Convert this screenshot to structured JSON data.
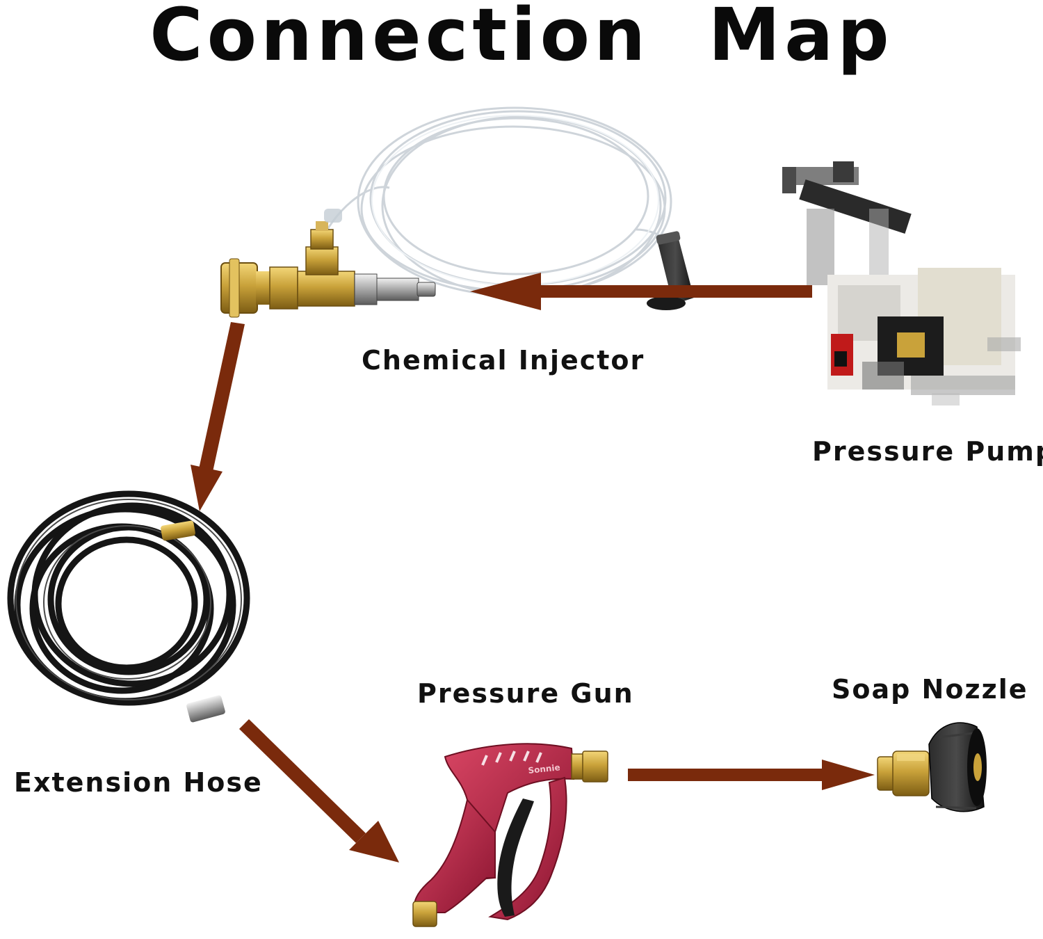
{
  "title": "Connection  Map",
  "components": {
    "chemical_injector": "Chemical Injector",
    "pressure_pump": "Pressure Pump",
    "extension_hose": "Extension Hose",
    "pressure_gun": "Pressure Gun",
    "soap_nozzle": "Soap Nozzle"
  },
  "gun_brand": "Sonnie",
  "colors": {
    "arrow": "#7a2a0c",
    "brass": "#c9a23a",
    "gun": "#b3203f",
    "hose": "#151515",
    "tube": "#d8dde2"
  },
  "connections": [
    {
      "from": "Pressure Pump",
      "to": "Chemical Injector"
    },
    {
      "from": "Chemical Injector",
      "to": "Extension Hose"
    },
    {
      "from": "Extension Hose",
      "to": "Pressure Gun"
    },
    {
      "from": "Pressure Gun",
      "to": "Soap Nozzle"
    }
  ]
}
